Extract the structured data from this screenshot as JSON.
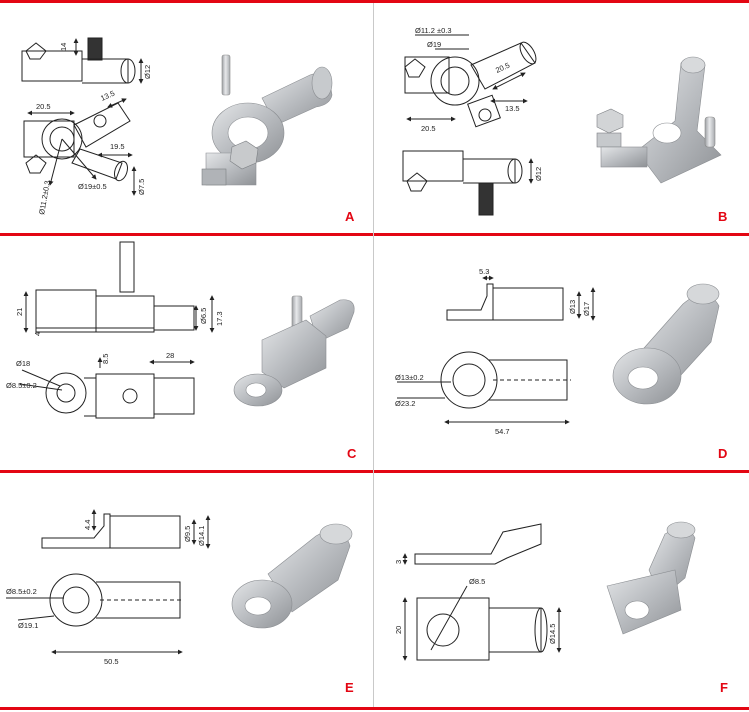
{
  "colors": {
    "accent": "#e30613",
    "divider": "#c9c9c9",
    "line": "#222222",
    "metal": "#b9bcc0"
  },
  "panels": {
    "A": {
      "label": "A",
      "dims": {
        "d1": "14",
        "d2": "Ø12",
        "d3": "20.5",
        "d4": "13.5",
        "d5": "19.5",
        "d6": "Ø7.5",
        "d7": "Ø19±0.5",
        "d8": "Ø11.2±0.3"
      }
    },
    "B": {
      "label": "B",
      "dims": {
        "d1": "Ø11.2 ±0.3",
        "d2": "Ø19",
        "d3": "20.5",
        "d4": "20.5",
        "d5": "13.5",
        "d6": "Ø12"
      }
    },
    "C": {
      "label": "C",
      "dims": {
        "d1": "21",
        "d2": "4",
        "d3": "Ø6.5",
        "d4": "17.3",
        "d5": "Ø18",
        "d6": "Ø8.5±0.2",
        "d7": "8.5",
        "d8": "28"
      }
    },
    "D": {
      "label": "D",
      "dims": {
        "d1": "5.3",
        "d2": "Ø13",
        "d3": "Ø17",
        "d4": "Ø13±0.2",
        "d5": "Ø23.2",
        "d6": "54.7"
      }
    },
    "E": {
      "label": "E",
      "dims": {
        "d1": "4.4",
        "d2": "Ø9.5",
        "d3": "Ø14.1",
        "d4": "Ø8.5±0.2",
        "d5": "Ø19.1",
        "d6": "50.5"
      }
    },
    "F": {
      "label": "F",
      "dims": {
        "d1": "3",
        "d2": "Ø8.5",
        "d3": "20",
        "d4": "Ø14.5"
      }
    }
  }
}
